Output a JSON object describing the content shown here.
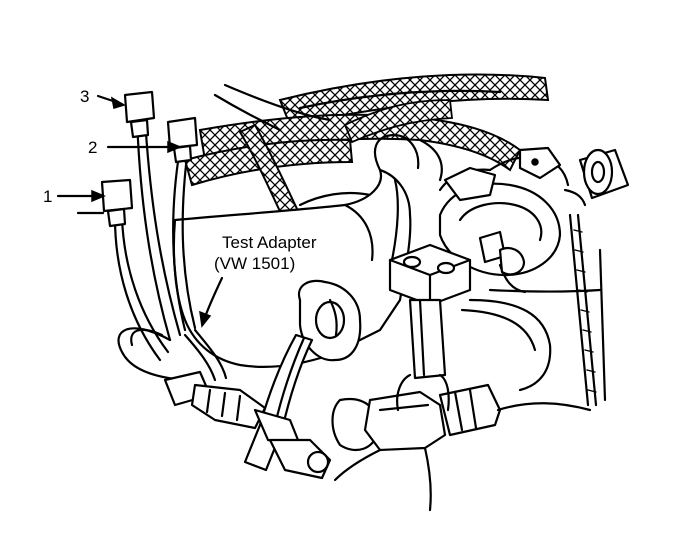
{
  "diagram": {
    "labels": {
      "connector_1": "1",
      "connector_2": "2",
      "connector_3": "3",
      "adapter_line1": "Test Adapter",
      "adapter_line2": "(VW 1501)"
    },
    "colors": {
      "ink": "#000000",
      "paper": "#ffffff"
    }
  }
}
